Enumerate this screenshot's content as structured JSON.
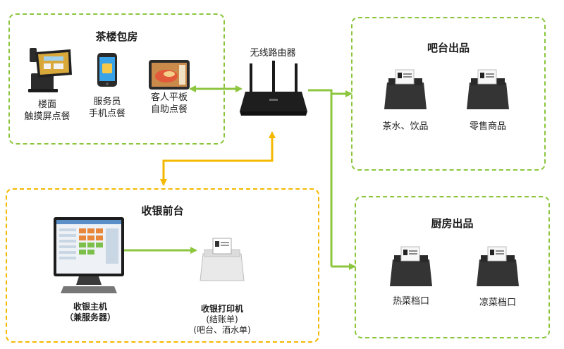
{
  "colors": {
    "green": "#8cc63f",
    "yellow": "#f5b800"
  },
  "teahouse": {
    "title": "茶楼包房",
    "devices": [
      {
        "icon": "touch-screen-pos-icon",
        "label": [
          "楼面",
          "触摸屏点餐"
        ]
      },
      {
        "icon": "smartphone-icon",
        "label": [
          "服务员",
          "手机点餐"
        ]
      },
      {
        "icon": "tablet-icon",
        "label": [
          "客人平板",
          "自助点餐"
        ]
      }
    ]
  },
  "router": {
    "icon": "wireless-router-icon",
    "label": "无线路由器"
  },
  "bar": {
    "title": "吧台出品",
    "printers": [
      {
        "icon": "receipt-printer-icon",
        "label": "茶水、饮品"
      },
      {
        "icon": "receipt-printer-icon",
        "label": "零售商品"
      }
    ]
  },
  "kitchen": {
    "title": "厨房出品",
    "printers": [
      {
        "icon": "receipt-printer-icon",
        "label": "热菜档口"
      },
      {
        "icon": "receipt-printer-icon",
        "label": "凉菜档口"
      }
    ]
  },
  "cashier": {
    "title": "收银前台",
    "host": {
      "icon": "pos-monitor-icon",
      "label": [
        "收银主机",
        "（兼服务器）"
      ]
    },
    "printer": {
      "icon": "receipt-printer-icon",
      "label": [
        "收银打印机",
        "(结账单)",
        "(吧台、酒水单)"
      ]
    }
  }
}
